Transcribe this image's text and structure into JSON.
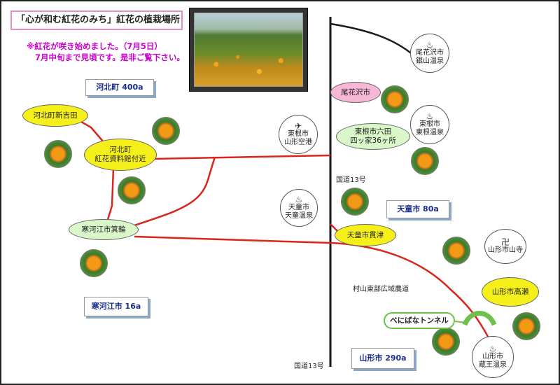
{
  "title": "「心が和む紅花のみち」紅花の植栽場所",
  "notice": {
    "line1": "※紅花が咲き始めました。（7月5日）",
    "line2": "7月中旬まで見頃です。是非ご覧下さい。"
  },
  "towns": {
    "kahoku": "河北町 400a",
    "tendo": "天童市 80a",
    "sagae": "寒河江市 16a",
    "yamagata": "山形市 290a"
  },
  "places": {
    "kahoku_shinyoshida": "河北町新吉田",
    "kahoku_shiryokan": [
      "河北町",
      "紅花資料館付近"
    ],
    "sagae_minowa": "寒河江市箕輪",
    "obanazawa": "尾花沢市",
    "higashine_rokuta": [
      "東根市六田",
      "四ッ家36ヶ所"
    ],
    "tendo_nukitsu": "天童市貫津",
    "yamagata_takase": "山形市高瀬"
  },
  "landmarks": {
    "ginzan": [
      "尾花沢市",
      "銀山温泉"
    ],
    "airport": [
      "東根市",
      "山形空港"
    ],
    "higashine_onsen": [
      "東根市",
      "東根温泉"
    ],
    "tendo_onsen": [
      "天童市",
      "天童温泉"
    ],
    "yamadera": "山形市山寺",
    "zao": [
      "山形市",
      "蔵王温泉"
    ]
  },
  "icons": {
    "onsen": "♨",
    "airport": "✈",
    "temple": "卍"
  },
  "roads": {
    "route13_mid": "国道13号",
    "route13_bottom": "国道13号",
    "farm_road": "村山東部広域農道",
    "tunnel": "べにばなトンネル"
  },
  "colors": {
    "road": "#d9261c",
    "highway": "#1a1a1a",
    "tunnel": "#6cc24a",
    "notice": "#cc00cc"
  }
}
